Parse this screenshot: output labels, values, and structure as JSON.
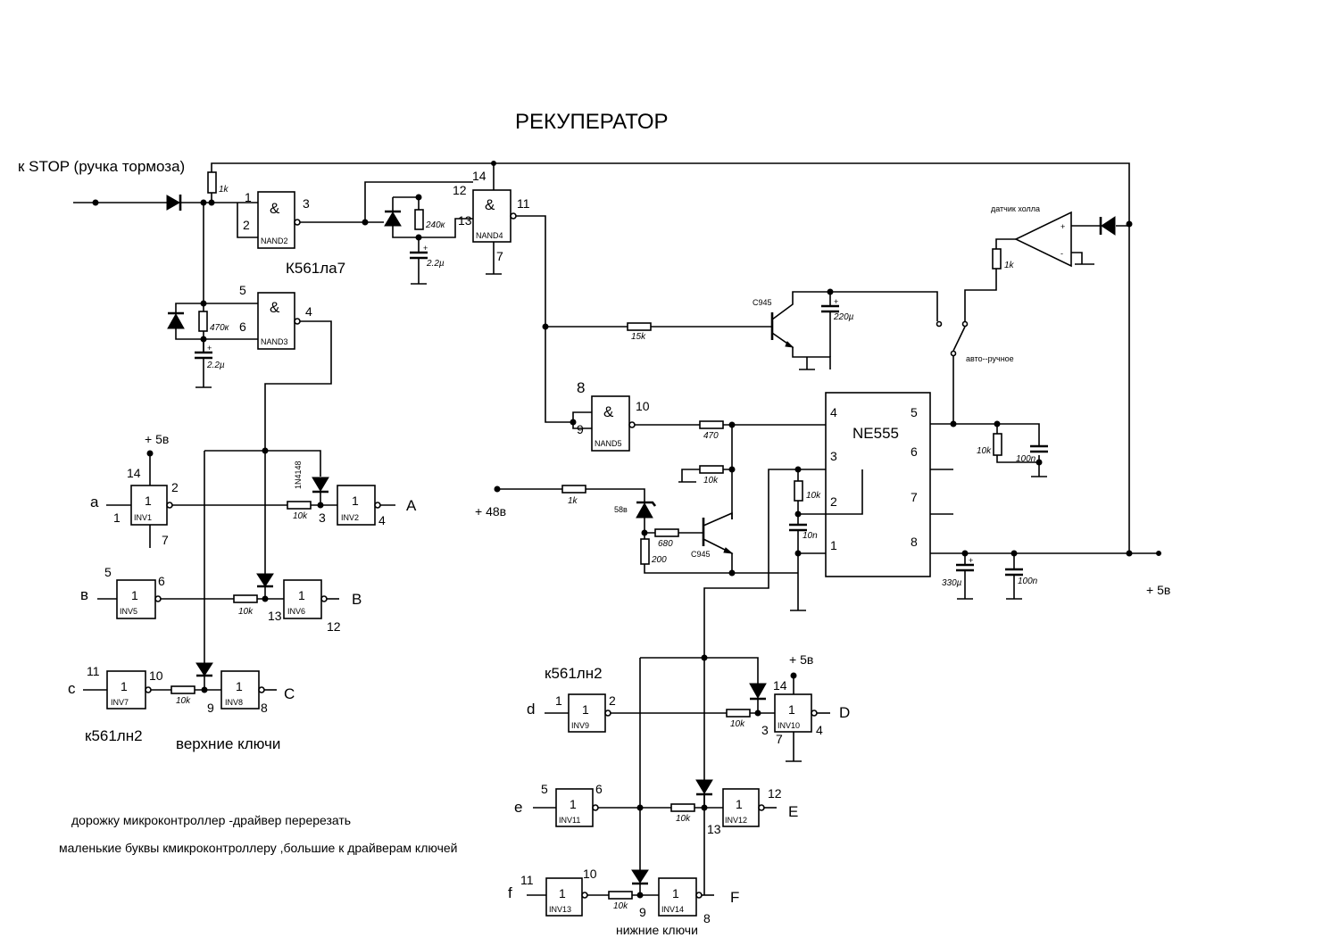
{
  "title": "РЕКУПЕРАТОР",
  "colors": {
    "ink": "#000000",
    "paper": "#ffffff"
  },
  "labels": {
    "stop_input": "к  STOP  (ручка тормоза)",
    "chip_nand": "К561ла7",
    "chip_inv_top": "к561лн2",
    "chip_inv_bottom": "к561лн2",
    "upper_keys": "верхние  ключи",
    "lower_keys": "нижние  ключи",
    "note1": "дорожку  микроконтроллер -драйвер  перерезать",
    "note2": "маленькие буквы кмикроконтроллеру ,большие к драйверам ключей",
    "plus5_a": "+ 5в",
    "plus5_b": "+ 5в",
    "plus5_c": "+ 5в",
    "plus48": "+ 48в",
    "hall": "датчик холла",
    "switch": "авто--ручное",
    "ne555": "NE555"
  },
  "gates": {
    "nand2": {
      "sym": "&",
      "name": "NAND2",
      "p1": "1",
      "p2": "2",
      "p3": "3"
    },
    "nand3": {
      "sym": "&",
      "name": "NAND3",
      "p1": "5",
      "p2": "6",
      "p3": "4"
    },
    "nand4": {
      "sym": "&",
      "name": "NAND4",
      "p1": "12",
      "p2": "13",
      "p3": "11",
      "vcc": "14",
      "gnd": "7"
    },
    "nand5": {
      "sym": "&",
      "name": "NAND5",
      "p1": "8",
      "p2": "9",
      "p3": "10"
    },
    "inv1": {
      "sym": "1",
      "name": "INV1",
      "in": "1",
      "out": "2",
      "vcc": "14",
      "gnd": "7",
      "sig": "a"
    },
    "inv2": {
      "sym": "1",
      "name": "INV2",
      "in": "3",
      "out": "4",
      "sig": "A"
    },
    "inv5": {
      "sym": "1",
      "name": "INV5",
      "in": "5",
      "out": "6",
      "sig": "в"
    },
    "inv6": {
      "sym": "1",
      "name": "INV6",
      "in": "13",
      "out": "12",
      "sig": "B"
    },
    "inv7": {
      "sym": "1",
      "name": "INV7",
      "in": "11",
      "out": "10",
      "sig": "c"
    },
    "inv8": {
      "sym": "1",
      "name": "INV8",
      "in": "9",
      "out": "8",
      "sig": "C"
    },
    "inv9": {
      "sym": "1",
      "name": "INV9",
      "in": "1",
      "out": "2",
      "sig": "d"
    },
    "inv10": {
      "sym": "1",
      "name": "INV10",
      "in": "3",
      "out": "4",
      "vcc": "14",
      "gnd": "7",
      "sig": "D"
    },
    "inv11": {
      "sym": "1",
      "name": "INV11",
      "in": "5",
      "out": "6",
      "sig": "e"
    },
    "inv12": {
      "sym": "1",
      "name": "INV12",
      "in": "13",
      "out": "12",
      "sig": "E"
    },
    "inv13": {
      "sym": "1",
      "name": "INV13",
      "in": "11",
      "out": "10",
      "sig": "f"
    },
    "inv14": {
      "sym": "1",
      "name": "INV14",
      "in": "9",
      "out": "8",
      "sig": "F"
    }
  },
  "ne555_pins": {
    "p4": "4",
    "p3": "3",
    "p2": "2",
    "p1": "1",
    "p5": "5",
    "p6": "6",
    "p7": "7",
    "p8": "8"
  },
  "components": {
    "r_stop": "1k",
    "r_240": "240к",
    "c_nand4": "2.2µ",
    "r_470k": "470к",
    "c_nand3": "2.2µ",
    "d_1n4148": "1N4148",
    "r_inv2": "10k",
    "r_inv6": "10k",
    "r_inv8": "10k",
    "r_15k": "15k",
    "q1": "C945",
    "c_220": "220µ",
    "r_hall": "1k",
    "r_470": "470",
    "r_10k_bias": "10k",
    "r_1k_48": "1k",
    "zener": "58в",
    "r_680": "680",
    "r_200": "200",
    "q2": "C945",
    "r_timer": "10k",
    "c_timer": "10n",
    "r_p5": "10k",
    "c_p5": "100n",
    "c_330": "330µ",
    "c_100n": "100n",
    "r_inv10": "10k",
    "r_inv12": "10k",
    "r_inv14": "10k",
    "plus_a": "+",
    "plus_b": "+",
    "plus_c": "+",
    "plus_d": "+",
    "opamp_plus": "+",
    "opamp_minus": "-"
  }
}
